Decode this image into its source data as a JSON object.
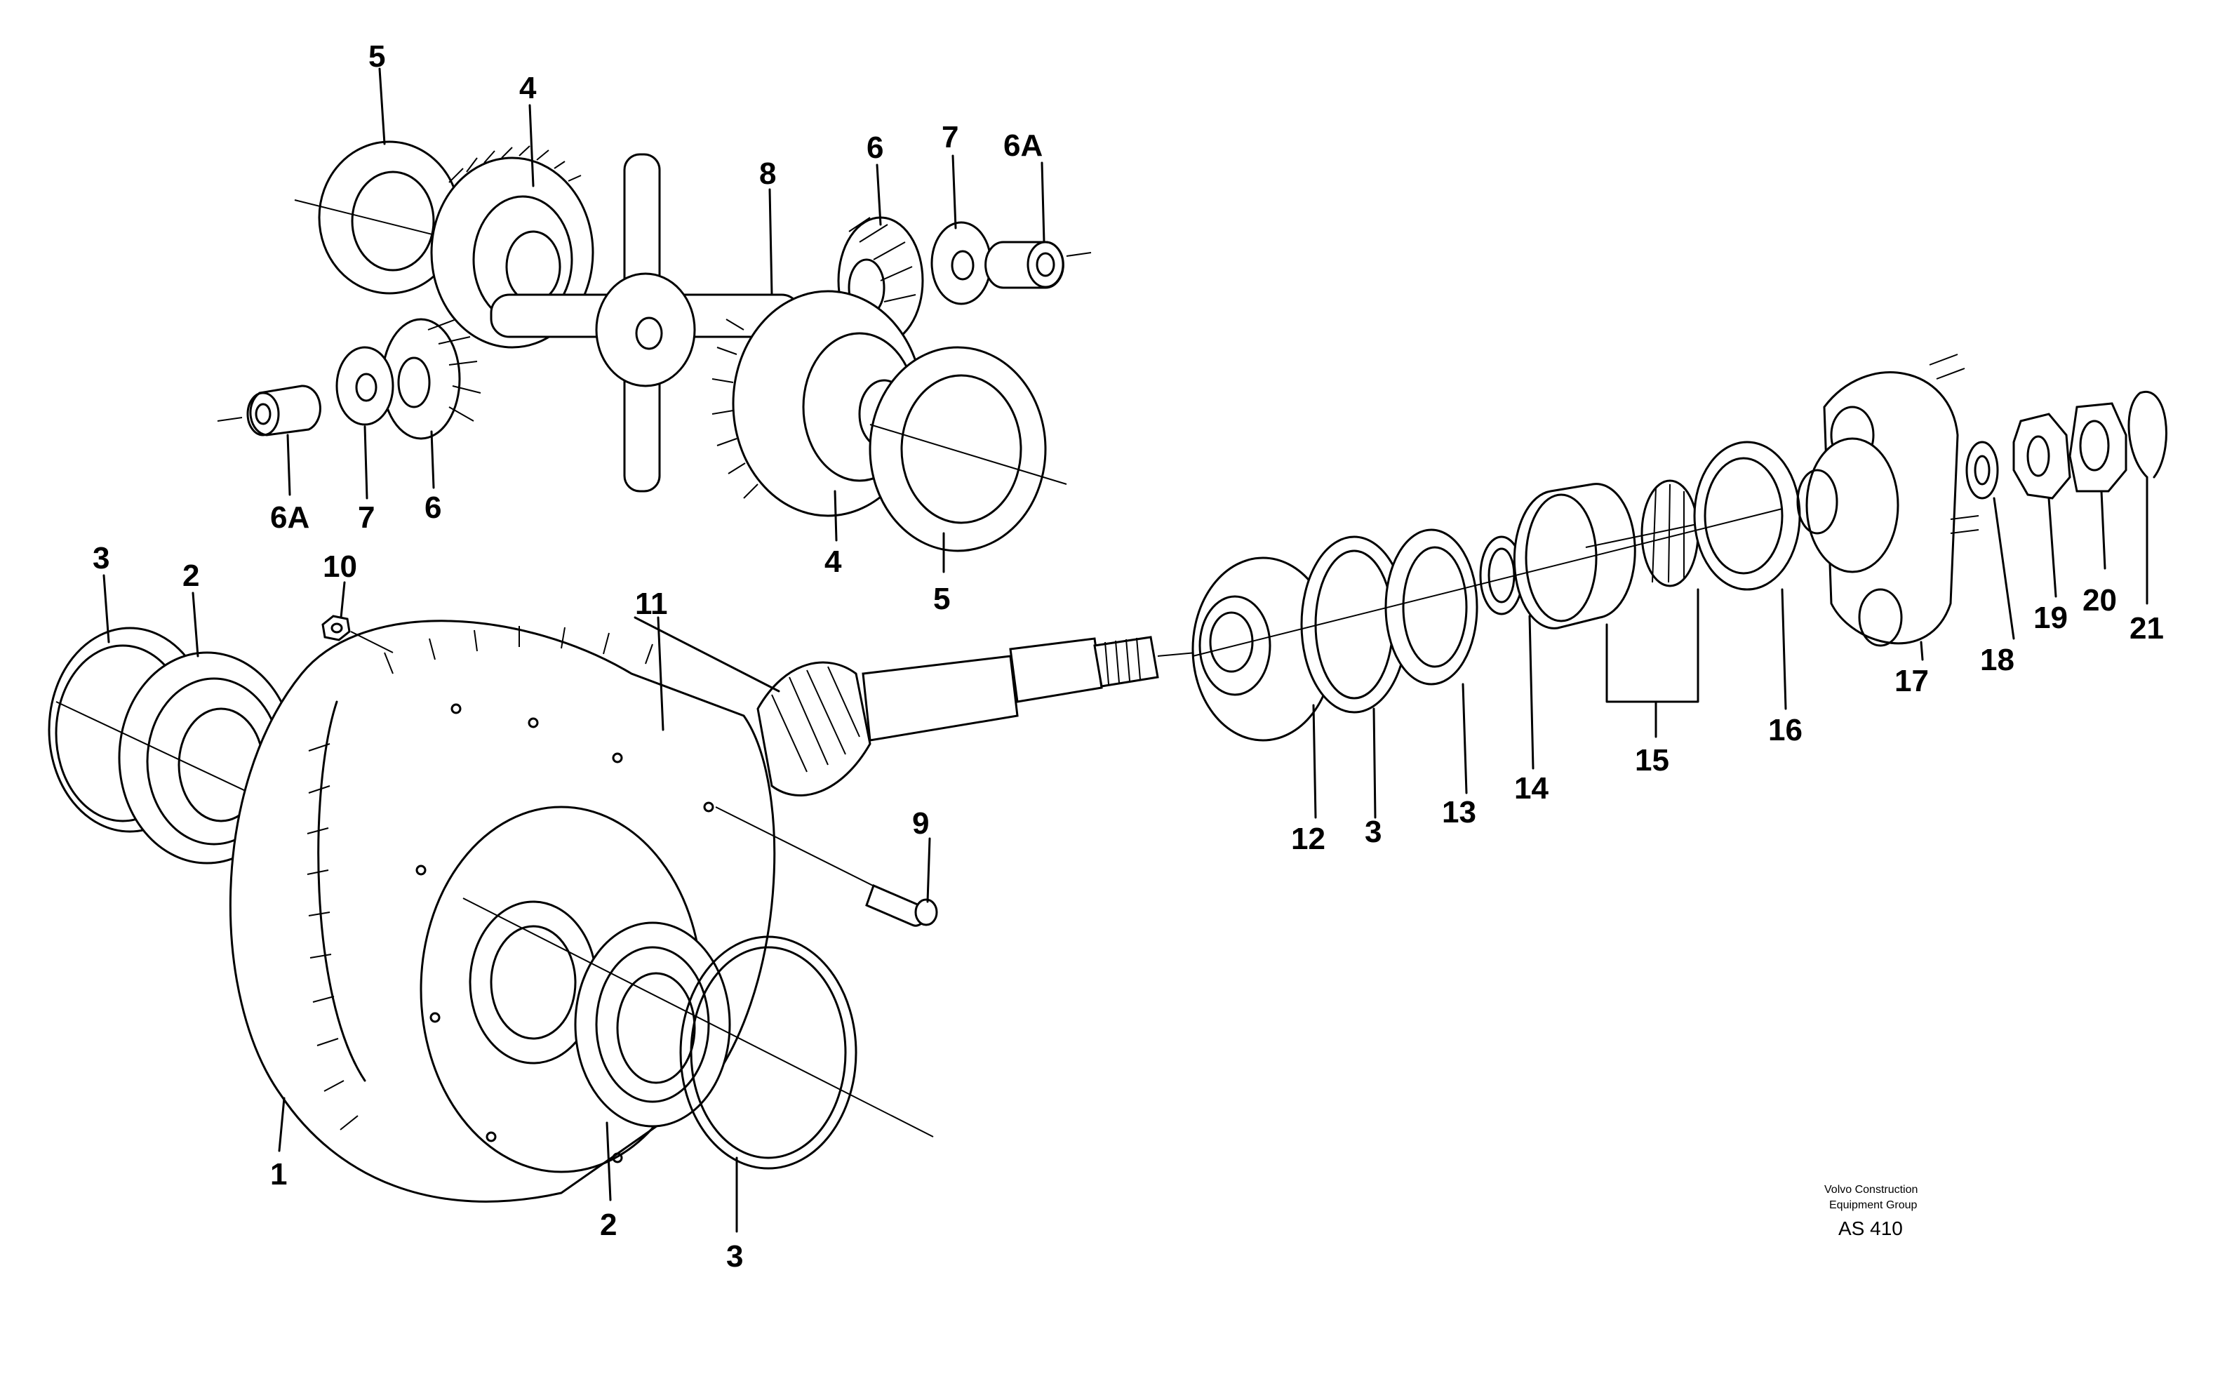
{
  "callouts": {
    "c5_top": "5",
    "c4_top": "4",
    "c8": "8",
    "c6_top": "6",
    "c7_top": "7",
    "c6A_top": "6A",
    "c6A_bottom": "6A",
    "c7_bottom": "7",
    "c6_bottom": "6",
    "c4_bottom": "4",
    "c5_bottom": "5",
    "c3_left": "3",
    "c2_left": "2",
    "c10": "10",
    "c11": "11",
    "c9": "9",
    "c1": "1",
    "c2_bottom": "2",
    "c3_bottom": "3",
    "c12": "12",
    "c3_mid": "3",
    "c13": "13",
    "c14": "14",
    "c15": "15",
    "c16": "16",
    "c17": "17",
    "c18": "18",
    "c19": "19",
    "c20": "20",
    "c21": "21"
  },
  "credit": {
    "line1": "Volvo Construction",
    "line2": "Equipment Group",
    "code": "AS 410"
  }
}
